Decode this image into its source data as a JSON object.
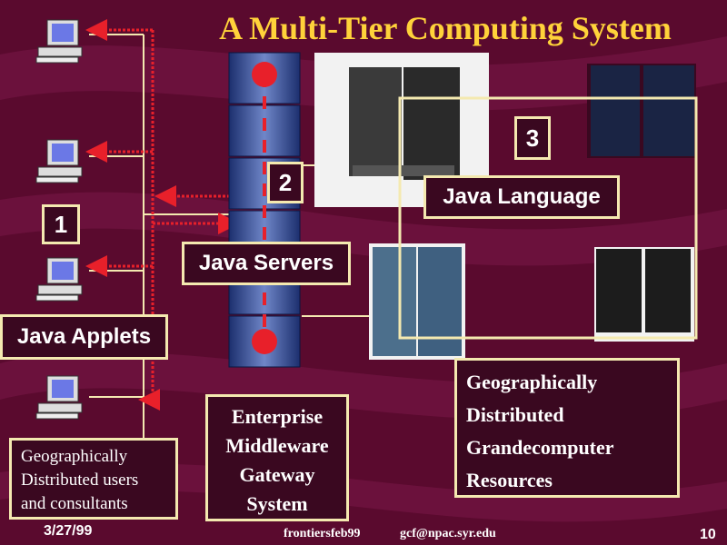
{
  "title": "A Multi-Tier Computing System",
  "tiers": {
    "tier1": "1",
    "tier2": "2",
    "tier3": "3"
  },
  "labels": {
    "java_applets": "Java Applets",
    "java_servers": "Java Servers",
    "java_language": "Java Language"
  },
  "descriptions": {
    "users": [
      "Geographically",
      "Distributed users",
      "and consultants"
    ],
    "middleware": [
      "Enterprise",
      "Middleware",
      "Gateway",
      "System"
    ],
    "resources": [
      "Geographically",
      "Distributed",
      "Grandecomputer",
      "Resources"
    ]
  },
  "footer": {
    "date": "3/27/99",
    "file": "frontiersfeb99",
    "email": "gcf@npac.syr.edu",
    "page": "10"
  },
  "colors": {
    "background": "#5a0a2e",
    "title": "#ffd23a",
    "box_border": "#f4e9b0",
    "arrow": "#e8202a"
  }
}
